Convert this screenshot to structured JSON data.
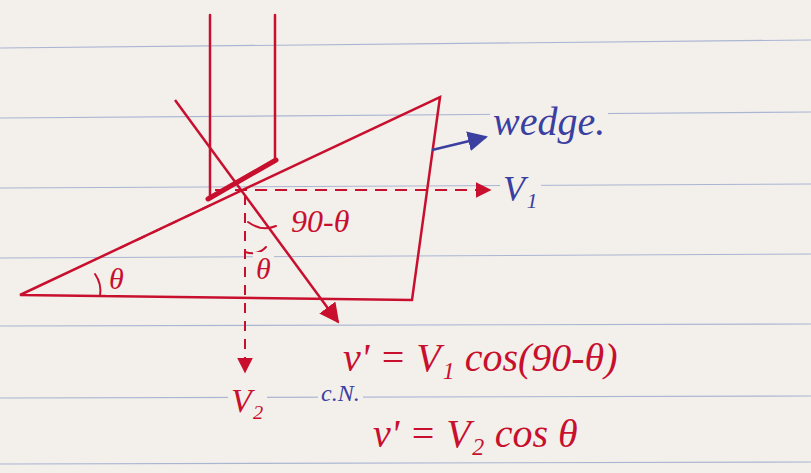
{
  "diagram": {
    "labels": [
      "wedge.",
      "V₁",
      "90-θ",
      "θ",
      "θ",
      "V₂",
      "c.N.",
      "v' = V₁ cos(90-θ)",
      "v' = V₂ cos θ"
    ]
  }
}
